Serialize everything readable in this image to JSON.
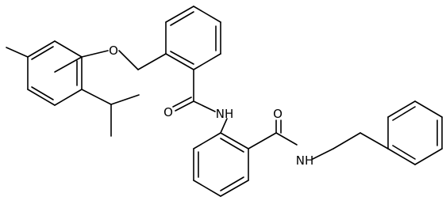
{
  "molecule": {
    "atom_labels": {
      "ether_oxygen": "O",
      "amide1_oxygen": "O",
      "amide1_nitrogen": "NH",
      "amide2_oxygen": "O",
      "amide2_nitrogen": "NH"
    }
  }
}
